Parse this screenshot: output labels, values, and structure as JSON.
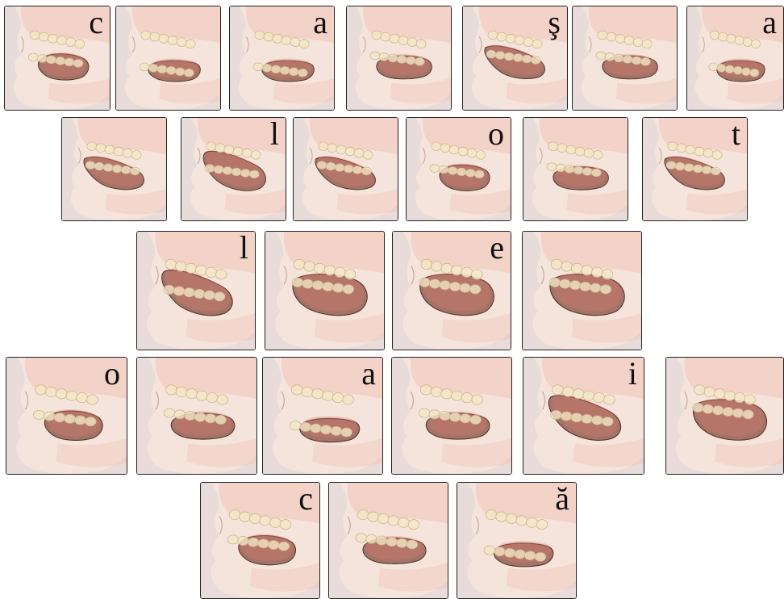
{
  "rows": [
    {
      "frames": [
        {
          "letter": "c",
          "pose": "round"
        },
        {
          "letter": "",
          "pose": "open"
        },
        {
          "letter": "a",
          "pose": "open"
        },
        {
          "letter": "",
          "pose": "neutral"
        },
        {
          "letter": "ş",
          "pose": "tip-up"
        },
        {
          "letter": "",
          "pose": "neutral"
        },
        {
          "letter": "a",
          "pose": "open"
        }
      ]
    },
    {
      "frames": [
        {
          "letter": "",
          "pose": "tip-up"
        },
        {
          "letter": "l",
          "pose": "raised"
        },
        {
          "letter": "",
          "pose": "tip-up"
        },
        {
          "letter": "o",
          "pose": "round"
        },
        {
          "letter": "",
          "pose": "neutral"
        },
        {
          "letter": "t",
          "pose": "tip-up"
        }
      ]
    },
    {
      "frames": [
        {
          "letter": "l",
          "pose": "raised"
        },
        {
          "letter": "",
          "pose": "closed"
        },
        {
          "letter": "e",
          "pose": "closed"
        },
        {
          "letter": "",
          "pose": "closed"
        }
      ]
    },
    {
      "frames": [
        {
          "letter": "o",
          "pose": "round"
        },
        {
          "letter": "",
          "pose": "neutral"
        },
        {
          "letter": "a",
          "pose": "open"
        },
        {
          "letter": "",
          "pose": "neutral"
        },
        {
          "letter": "i",
          "pose": "raised"
        },
        {
          "letter": "",
          "pose": "closed"
        }
      ]
    },
    {
      "frames": [
        {
          "letter": "c",
          "pose": "round"
        },
        {
          "letter": "",
          "pose": "neutral"
        },
        {
          "letter": "ă",
          "pose": "open"
        }
      ]
    }
  ],
  "colors": {
    "panel": "#f4e4dc",
    "face": "#e4dad8",
    "palate": "#f1bcb0",
    "tongue": "#8a5448",
    "tongue_inner": "#d9786a",
    "teeth": "#f3e6c4",
    "border": "#222222"
  },
  "icons": [
    "tongue-icon",
    "teeth-icon",
    "face-profile-icon"
  ]
}
